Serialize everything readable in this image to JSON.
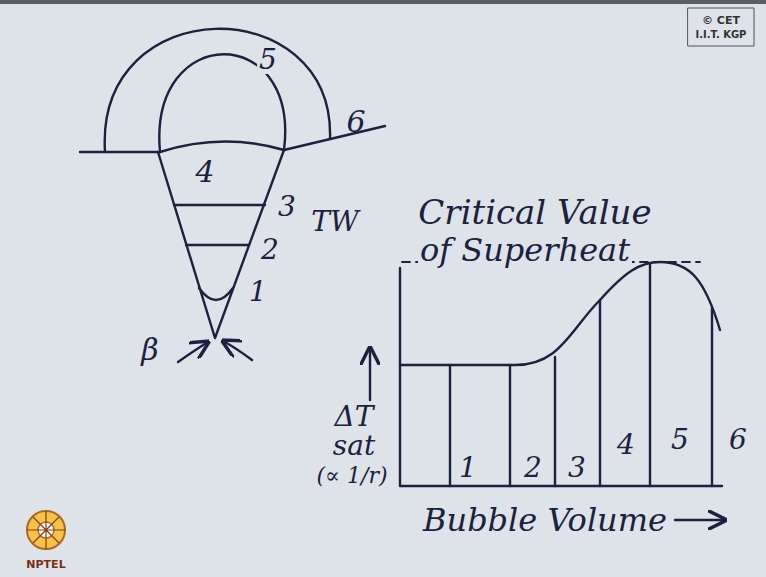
{
  "diagram": {
    "labels": [
      "6",
      "5",
      "4",
      "3",
      "2",
      "1",
      "TW",
      "β",
      "Critical Value",
      "of Superheat",
      "ΔT",
      "sat",
      "(∝ 1/r)",
      "1",
      "2",
      "3",
      "4",
      "5",
      "6",
      "Bubble Volume",
      "© CET",
      "I.I.T. KGP",
      "NPTEL"
    ]
  }
}
